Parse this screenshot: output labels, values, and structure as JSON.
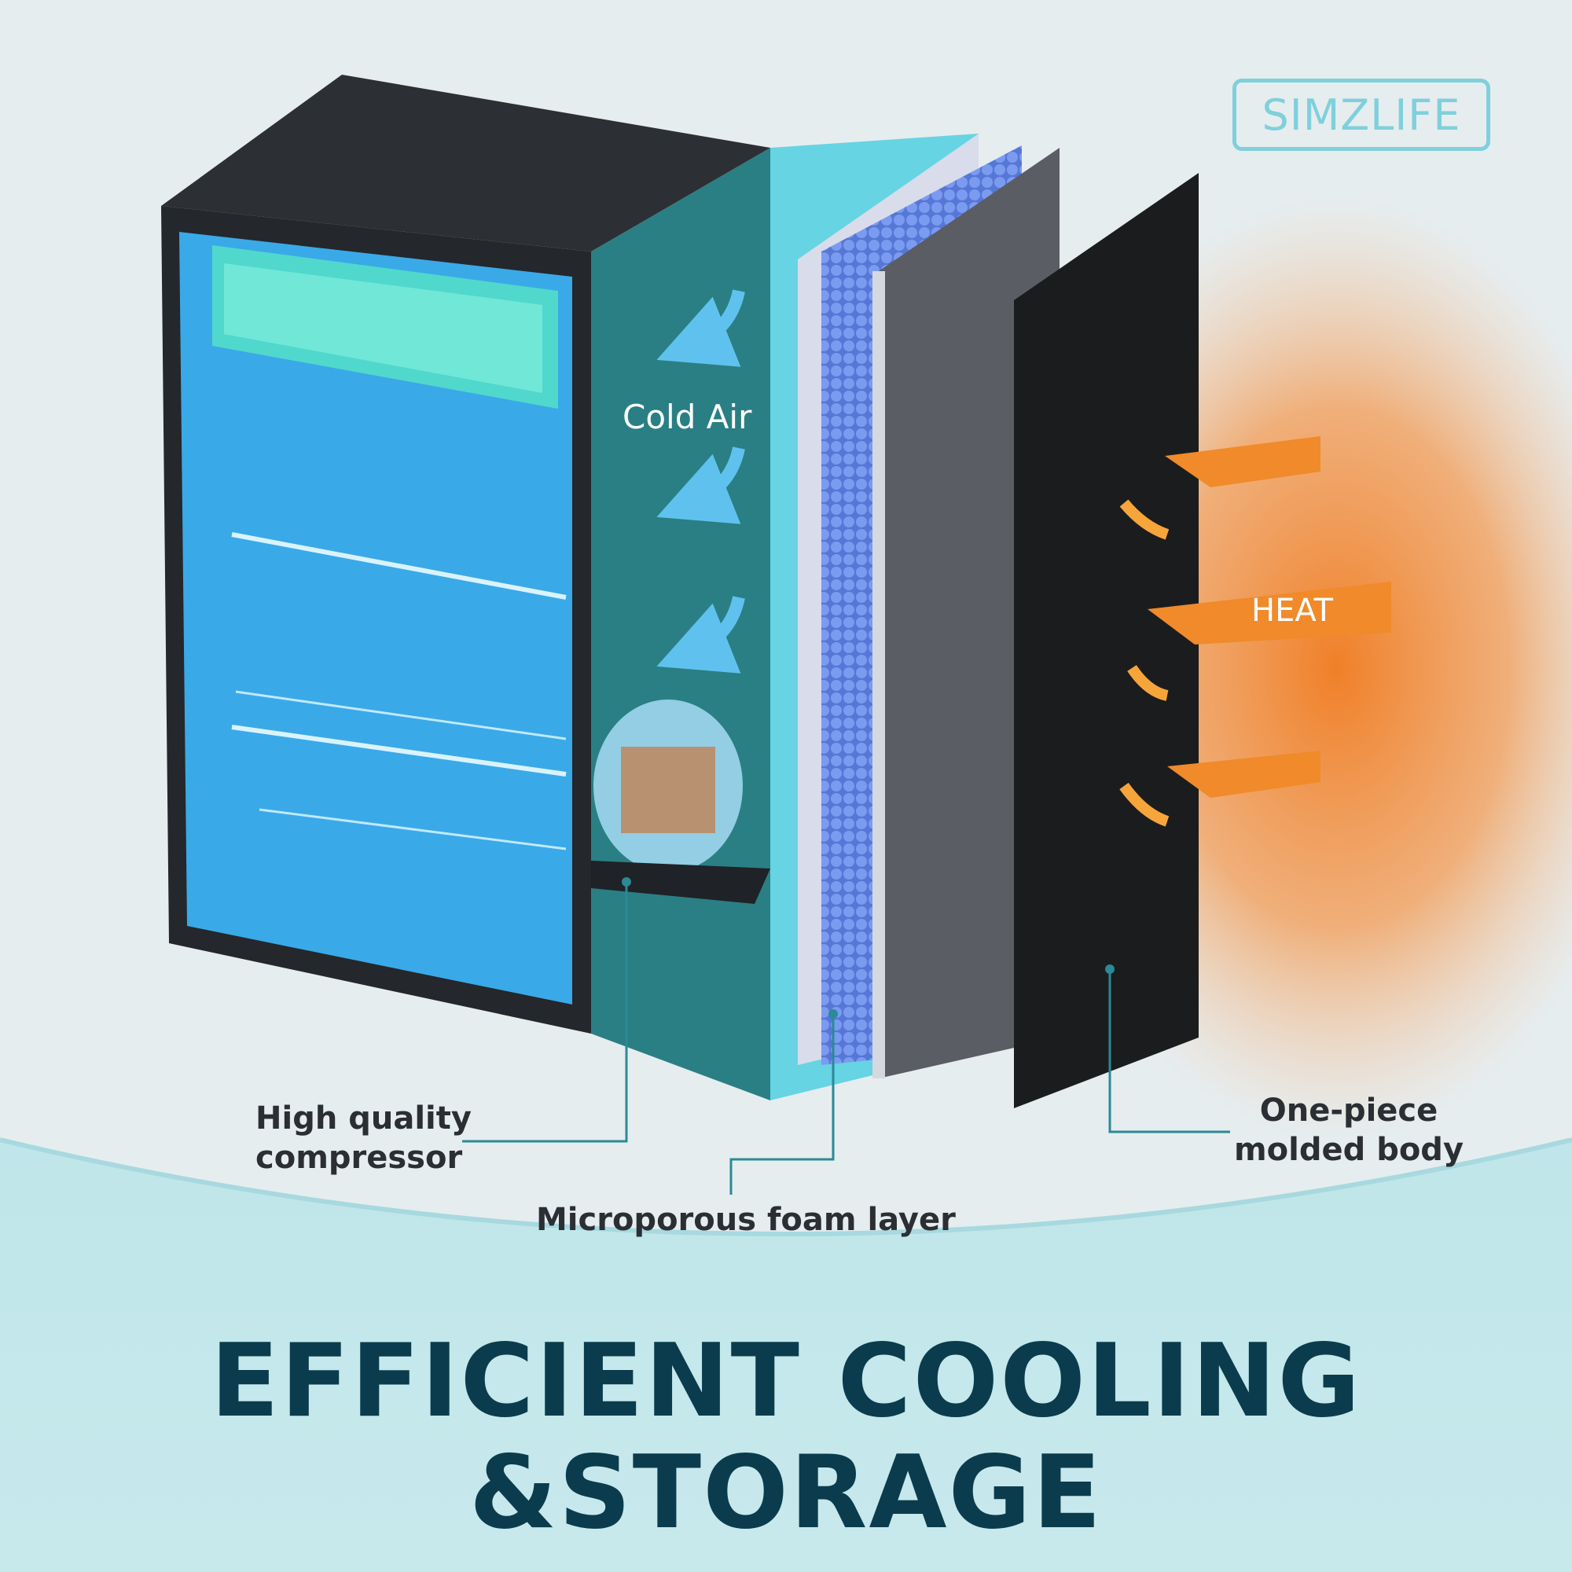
{
  "brand": "SIMZLIFE",
  "labels": {
    "cold_air": "Cold Air",
    "heat": "HEAT",
    "compressor_line1": "High quality",
    "compressor_line2": "compressor",
    "foam": "Microporous foam layer",
    "body_line1": "One-piece",
    "body_line2": "molded body"
  },
  "headline": {
    "line1": "EFFICIENT COOLING",
    "line2": "&STORAGE"
  },
  "colors": {
    "title": "#0a3c4d",
    "accent_teal": "#7fd0dc",
    "heat_orange": "#f08a2a",
    "cabinet_dark": "#2a2d31",
    "interior_blue": "#35a6e6",
    "foam_blue": "#6f8fe6"
  }
}
